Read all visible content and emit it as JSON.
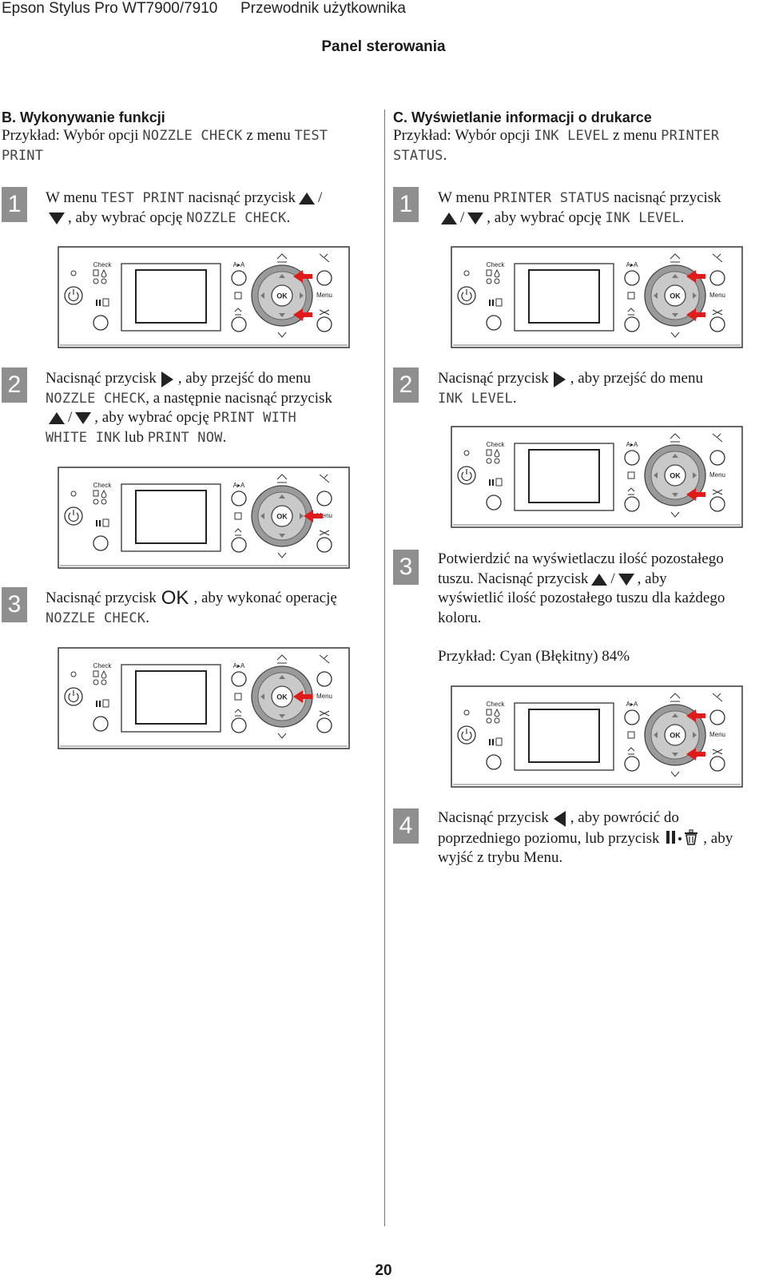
{
  "header": {
    "product": "Epson Stylus Pro WT7900/7910",
    "guide": "Przewodnik użytkownika",
    "section": "Panel sterowania"
  },
  "panel_labels": {
    "check": "Check",
    "ok": "OK",
    "menu": "Menu",
    "aa": "A▸A"
  },
  "left": {
    "title": "B. Wykonywanie funkcji",
    "intro_a": "Przykład: Wybór opcji",
    "intro_code1": "NOZZLE CHECK",
    "intro_b": "z menu",
    "intro_code2_a": "TEST",
    "intro_code2_b": "PRINT",
    "steps": [
      {
        "num": "1",
        "a": "W menu",
        "code1": "TEST PRINT",
        "b": "nacisnąć przycisk",
        "slash": "/",
        "c": ", aby wybrać opcję",
        "code2": "NOZZLE CHECK",
        "end": "."
      },
      {
        "num": "2",
        "a": "Nacisnąć przycisk",
        "b": ", aby przejść do menu",
        "code1": "NOZZLE CHECK",
        "c": ", a następnie nacisnąć przycisk",
        "slash": "/",
        "d": ", aby wybrać opcję",
        "code2": "PRINT WITH",
        "code3": "WHITE INK",
        "e": "lub",
        "code4": "PRINT NOW",
        "end": "."
      },
      {
        "num": "3",
        "a": "Nacisnąć przycisk",
        "ok": "OK",
        "b": ", aby wykonać operację",
        "code1": "NOZZLE CHECK",
        "end": "."
      }
    ]
  },
  "right": {
    "title": "C. Wyświetlanie informacji o drukarce",
    "intro_a": "Przykład: Wybór opcji",
    "intro_code1": "INK LEVEL",
    "intro_b": "z menu",
    "intro_code2_a": "PRINTER",
    "intro_code2_b": "STATUS",
    "intro_end": ".",
    "steps": [
      {
        "num": "1",
        "a": "W menu",
        "code1": "PRINTER STATUS",
        "b": "nacisnąć przycisk",
        "slash": "/",
        "c": ", aby wybrać opcję",
        "code2": "INK LEVEL",
        "end": "."
      },
      {
        "num": "2",
        "a": "Nacisnąć przycisk",
        "b": ", aby przejść do menu",
        "code1": "INK LEVEL",
        "end": "."
      },
      {
        "num": "3",
        "line1": "Potwierdzić na wyświetlaczu ilość pozostałego",
        "a": "tuszu. Nacisnąć przycisk",
        "slash": "/",
        "b": ", aby",
        "line3": "wyświetlić ilość pozostałego tuszu dla każdego",
        "line4": "koloru.",
        "example": "Przykład: Cyan (Błękitny) 84%"
      },
      {
        "num": "4",
        "a": "Nacisnąć przycisk",
        "b": ", aby powrócić do",
        "c": "poprzedniego poziomu, lub przycisk",
        "d": ", aby",
        "e": "wyjść z trybu Menu."
      }
    ]
  },
  "page_number": "20"
}
